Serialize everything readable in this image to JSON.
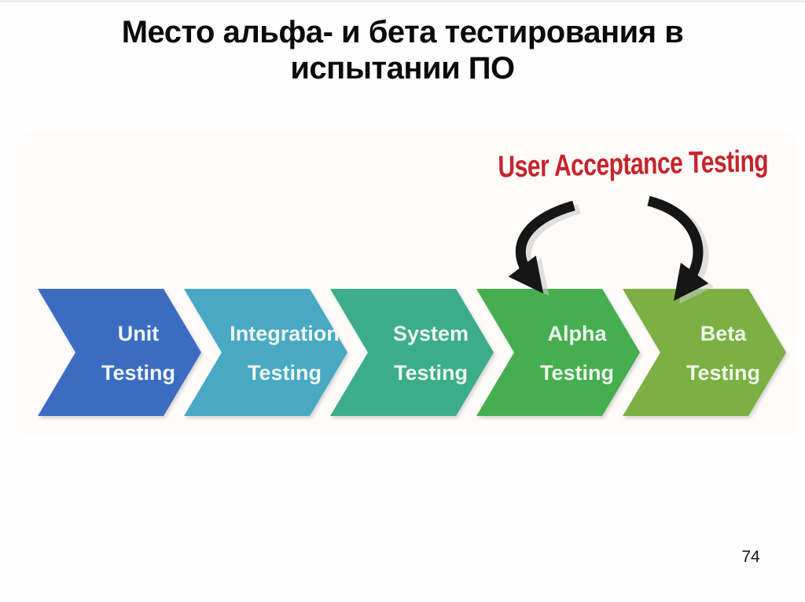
{
  "slide": {
    "title_line1": "Место альфа- и бета тестирования в",
    "title_line2": "испытании ПО",
    "page_number": "74"
  },
  "diagram": {
    "uat_label": "User Acceptance Testing",
    "uat_color": "#c5242c",
    "arrow_color": "#161616",
    "stages": [
      {
        "line1": "Unit",
        "line2": "Testing",
        "color": "#3b6cc2"
      },
      {
        "line1": "Integration",
        "line2": "Testing",
        "color": "#48a9c4"
      },
      {
        "line1": "System",
        "line2": "Testing",
        "color": "#3cad8a"
      },
      {
        "line1": "Alpha",
        "line2": "Testing",
        "color": "#46ae4f"
      },
      {
        "line1": "Beta",
        "line2": "Testing",
        "color": "#7cb042"
      }
    ]
  }
}
